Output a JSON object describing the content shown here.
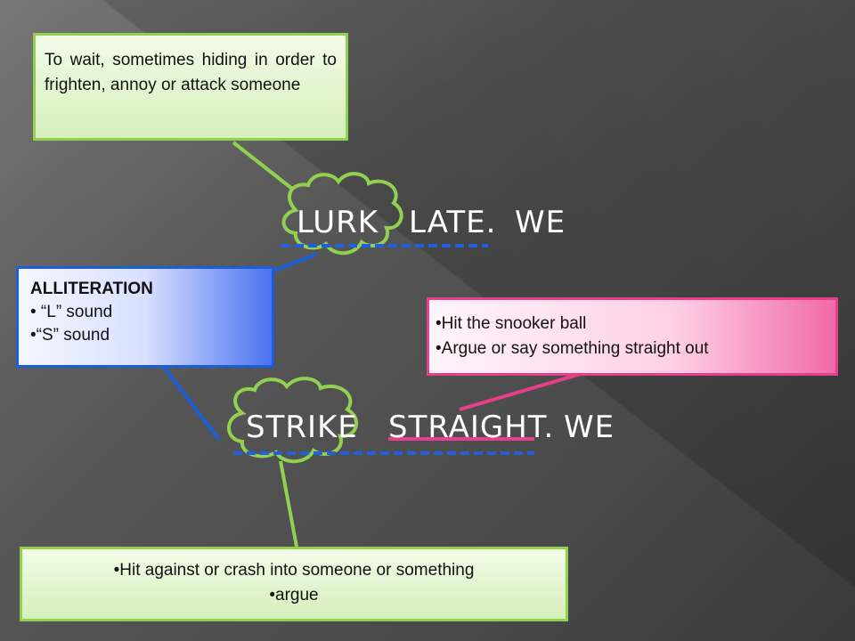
{
  "definition_lurk": "To wait, sometimes hiding in order to frighten, annoy or attack someone",
  "alliteration": {
    "title": "ALLITERATION",
    "items": [
      "• “L” sound",
      "•“S” sound"
    ]
  },
  "definition_strike_straight": {
    "items": [
      "•Hit the snooker ball",
      "•Argue or say something straight out"
    ]
  },
  "definition_strike": {
    "items": [
      "•Hit against or crash into someone or something",
      "•argue"
    ]
  },
  "line1": {
    "w1": "LURK",
    "w2": "LATE.",
    "w3": "WE"
  },
  "line2": {
    "w1": "STRIKE",
    "w2": "STRAIGHT.",
    "w3": "WE"
  },
  "colors": {
    "green": "#92d050",
    "blue": "#1a5fd6",
    "pink": "#e83e8c",
    "dash_blue": "#1f5fe0"
  }
}
